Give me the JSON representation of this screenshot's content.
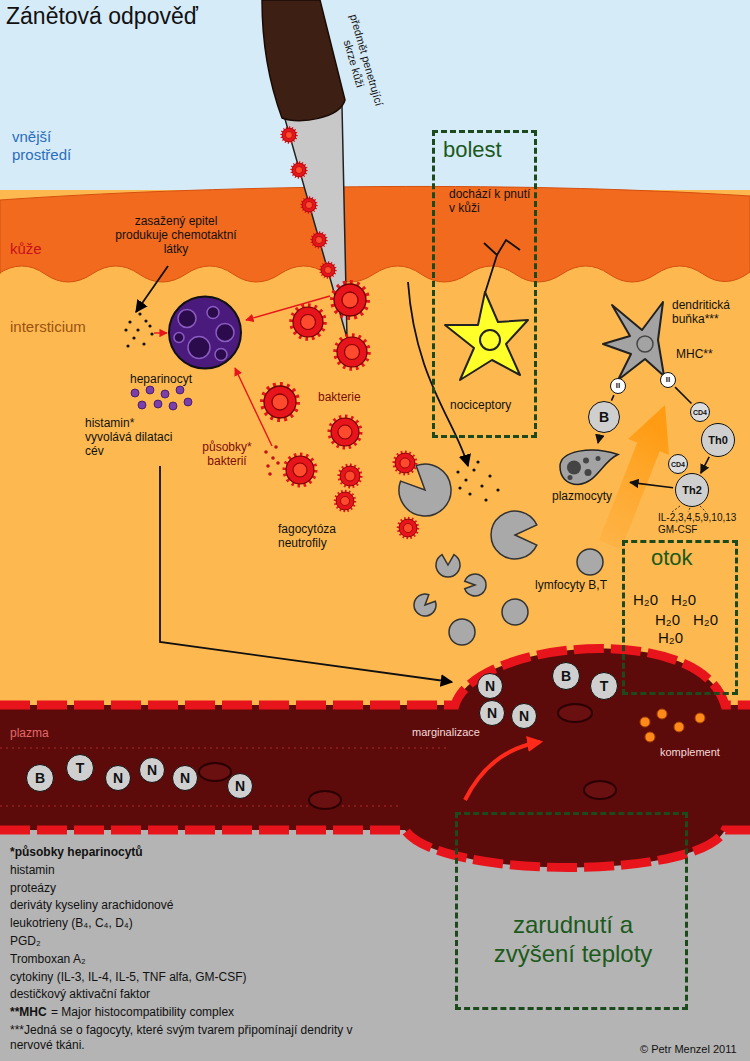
{
  "diagram": {
    "title": "Zánětová odpověď",
    "nodes": [
      {
        "text": [
          "heparinocyt"
        ]
      },
      {
        "text": [
          "bolest",
          "dochází k pnutí v kůži"
        ]
      },
      {
        "text": [
          "nociceptory"
        ],
        "in": 1
      },
      {
        "text": [
          "dendritická buňka***"
        ]
      },
      {
        "text": [
          "II"
        ]
      },
      {
        "text": [
          "II"
        ]
      },
      {
        "text": [
          "CD4"
        ]
      },
      {
        "text": [
          "Th0"
        ]
      },
      {
        "text": [
          "B"
        ]
      },
      {
        "text": [
          "CD4"
        ]
      },
      {
        "text": [
          "Th2"
        ]
      },
      {
        "text": [
          "plazmocyty"
        ]
      },
      {
        "text": [
          "otok",
          "H₂0",
          "H₂0",
          "H₂0",
          "H₂0",
          "H₂0"
        ]
      },
      {
        "text": [
          "B"
        ]
      },
      {
        "text": [
          "T"
        ]
      },
      {
        "text": [
          "N"
        ]
      },
      {
        "text": [
          "N"
        ]
      },
      {
        "text": [
          "N"
        ]
      },
      {
        "text": [
          "B"
        ]
      },
      {
        "text": [
          "T"
        ]
      },
      {
        "text": [
          "N"
        ]
      },
      {
        "text": [
          "N"
        ]
      },
      {
        "text": [
          "N"
        ]
      },
      {
        "text": [
          "N"
        ]
      },
      {
        "text": [
          "zarudnutí a zvýšení teploty"
        ]
      }
    ],
    "edges": [
      {
        "from": 4,
        "to": 8,
        "arrow": "none"
      },
      {
        "from": 5,
        "to": 6,
        "arrow": "none"
      },
      {
        "from": 7,
        "to": 10,
        "arrow": "to"
      },
      {
        "from": 8,
        "to": 11,
        "arrow": "to"
      },
      {
        "from": 10,
        "to": 11,
        "arrow": "to"
      }
    ],
    "labels": [
      "vnější prostředí",
      "předmět penetrující skrze kůži",
      "kůže",
      "zasažený epitel produkuje chemotaktní látky",
      "intersticium",
      "histamin* vyvolává dilataci cév",
      "působky* bakterií",
      "bakterie",
      "fagocytóza neutrofily",
      "MHC**",
      "IL-2,3,4,5,9,10,13 GM-CSF",
      "lymfocyty B,T",
      "plazma",
      "marginalizace",
      "komplement",
      "*působky heparinocytů",
      "histamin",
      "proteázy",
      "deriváty kyseliny arachidonové",
      "leukotrieny (B₄, C₄, D₄)",
      "PGD₂",
      "Tromboxan A₂",
      "cytokiny (IL-3, IL-4, IL-5, TNF alfa, GM-CSF)",
      "destičkový aktivační faktor",
      "**MHC",
      "= Major histocompatibility complex",
      "***Jedná se o fagocyty, které svým tvarem připomínají dendrity v nervové tkáni.",
      "© Petr Menzel 2011"
    ]
  }
}
